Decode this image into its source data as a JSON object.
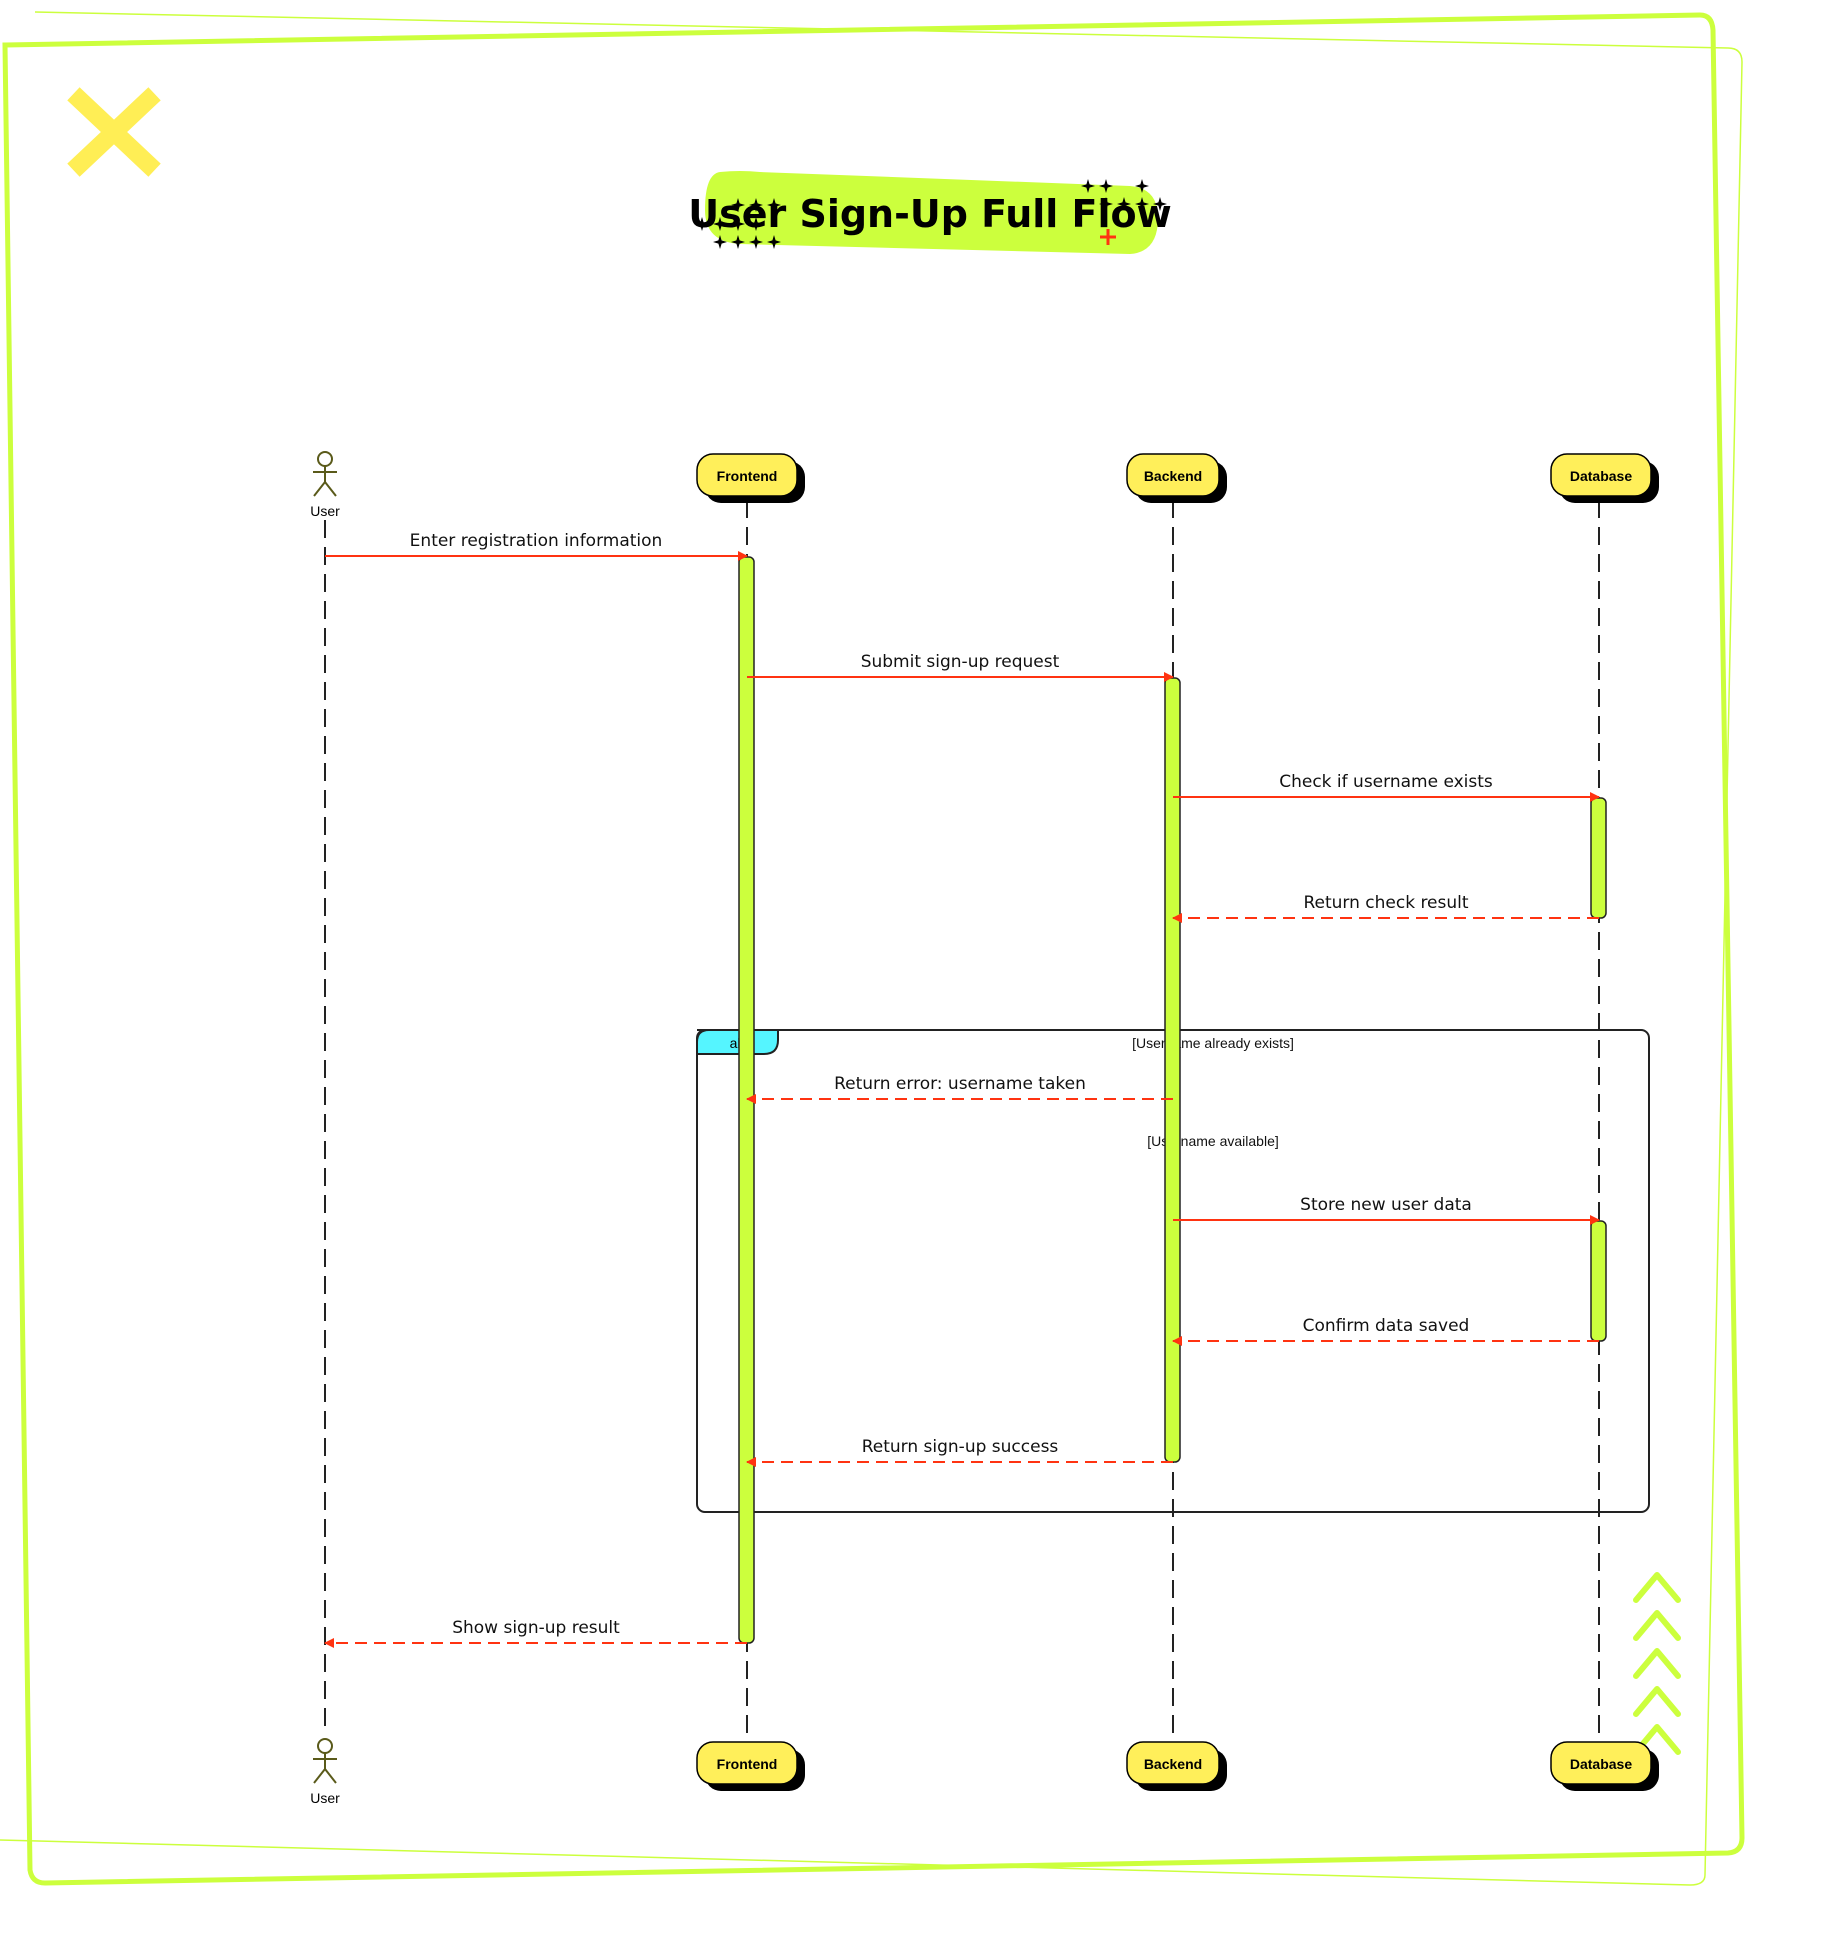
{
  "title": "User Sign-Up Full Flow",
  "participants": [
    {
      "id": "user",
      "label": "User",
      "kind": "actor"
    },
    {
      "id": "frontend",
      "label": "Frontend",
      "kind": "participant"
    },
    {
      "id": "backend",
      "label": "Backend",
      "kind": "participant"
    },
    {
      "id": "database",
      "label": "Database",
      "kind": "participant"
    }
  ],
  "messages": [
    {
      "from": "user",
      "to": "frontend",
      "text": "Enter registration information",
      "style": "solid"
    },
    {
      "from": "frontend",
      "to": "backend",
      "text": "Submit sign-up request",
      "style": "solid"
    },
    {
      "from": "backend",
      "to": "database",
      "text": "Check if username exists",
      "style": "solid"
    },
    {
      "from": "database",
      "to": "backend",
      "text": "Return check result",
      "style": "dashed"
    },
    {
      "from": "backend",
      "to": "frontend",
      "text": "Return error: username taken",
      "style": "dashed"
    },
    {
      "from": "backend",
      "to": "database",
      "text": "Store new user data",
      "style": "solid"
    },
    {
      "from": "database",
      "to": "backend",
      "text": "Confirm data saved",
      "style": "dashed"
    },
    {
      "from": "backend",
      "to": "frontend",
      "text": "Return sign-up success",
      "style": "dashed"
    },
    {
      "from": "frontend",
      "to": "user",
      "text": "Show sign-up result",
      "style": "dashed"
    }
  ],
  "alt_block": {
    "label": "alt",
    "guards": [
      "[Username already exists]",
      "[Username available]"
    ]
  },
  "colors": {
    "accent": "#ccff3d",
    "participant_fill": "#ffef5a",
    "arrow": "#ff3311",
    "alt_tag": "#55f5ff",
    "x_mark": "#ffee55"
  },
  "icons": [
    "close-x-icon",
    "sparkle-icon",
    "chevron-up-icon",
    "actor-icon"
  ]
}
